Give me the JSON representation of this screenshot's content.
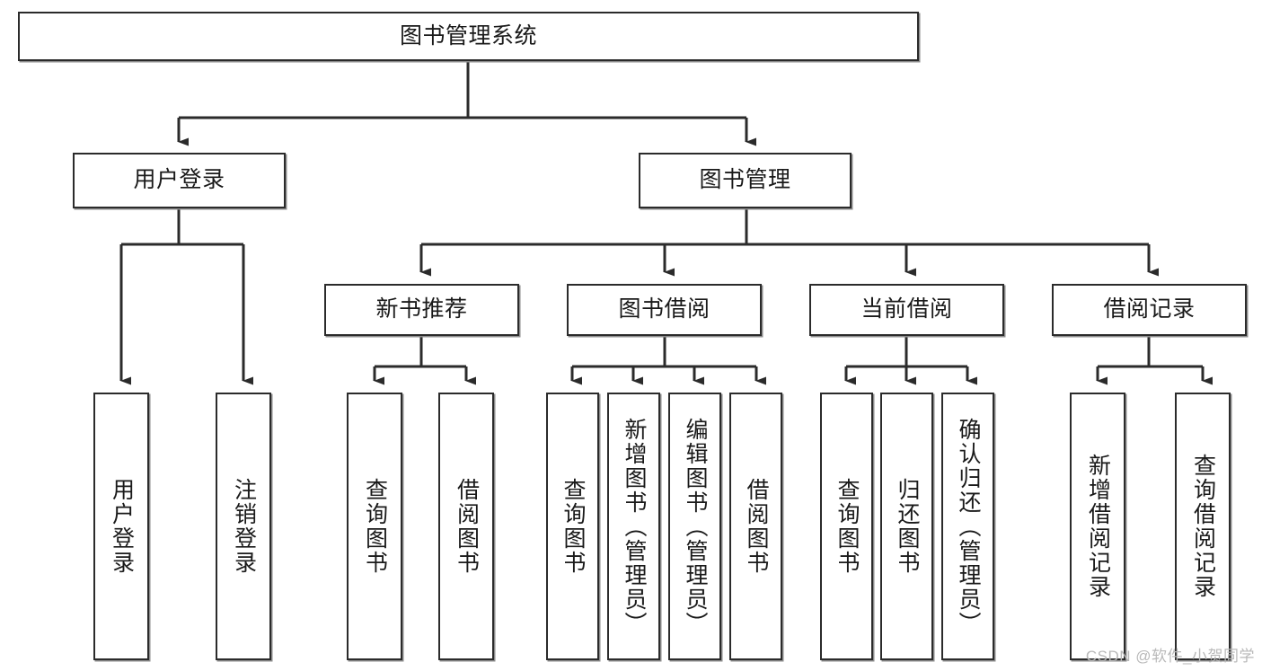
{
  "diagram": {
    "type": "tree-hierarchy-chart",
    "title": "图书管理系统",
    "colors": {
      "background": "#ffffff",
      "box_border": "#2b2b2b",
      "box_fill": "#ffffff",
      "connector": "#2b2b2b",
      "shadow": "#8c8c8c",
      "watermark": "#b9b9b9"
    },
    "root": {
      "label": "图书管理系统"
    },
    "level2": [
      {
        "label": "用户登录"
      },
      {
        "label": "图书管理"
      }
    ],
    "level3": [
      {
        "label": "新书推荐"
      },
      {
        "label": "图书借阅"
      },
      {
        "label": "当前借阅"
      },
      {
        "label": "借阅记录"
      }
    ],
    "leaves": {
      "user_login": [
        {
          "label": "用户登录"
        },
        {
          "label": "注销登录"
        }
      ],
      "new_book_recommend": [
        {
          "label": "查询图书"
        },
        {
          "label": "借阅图书"
        }
      ],
      "book_borrow": [
        {
          "label": "查询图书"
        },
        {
          "label": "新增图书（管理员）"
        },
        {
          "label": "编辑图书（管理员）"
        },
        {
          "label": "借阅图书"
        }
      ],
      "current_borrow": [
        {
          "label": "查询图书"
        },
        {
          "label": "归还图书"
        },
        {
          "label": "确认归还（管理员）"
        }
      ],
      "borrow_record": [
        {
          "label": "新增借阅记录"
        },
        {
          "label": "查询借阅记录"
        }
      ]
    }
  },
  "watermark": {
    "text": "CSDN @软件_小贺同学"
  }
}
